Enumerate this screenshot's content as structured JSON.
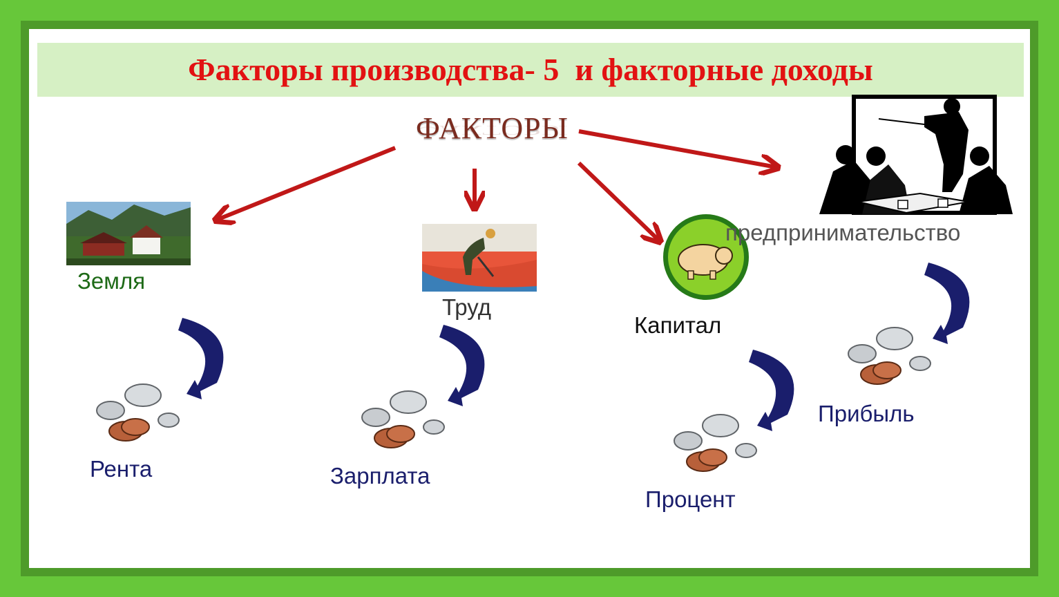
{
  "title": "Факторы производства- 5  и факторные доходы",
  "factors_heading": "ФАКТОРЫ",
  "factors": [
    {
      "name": "Земля",
      "income": "Рента",
      "icon": "landscape-icon"
    },
    {
      "name": "Труд",
      "income": "Зарплата",
      "icon": "worker-icon"
    },
    {
      "name": "Капитал",
      "income": "Процент",
      "icon": "piggy-bank-icon"
    },
    {
      "name": "предпринимательство",
      "income": "Прибыль",
      "icon": "business-meeting-icon"
    }
  ],
  "colors": {
    "frame": "#67c73a",
    "title": "#e21212",
    "title_bar": "#d6f0c4",
    "arrow": "#c01818",
    "curved_arrow": "#1a1e6c"
  }
}
